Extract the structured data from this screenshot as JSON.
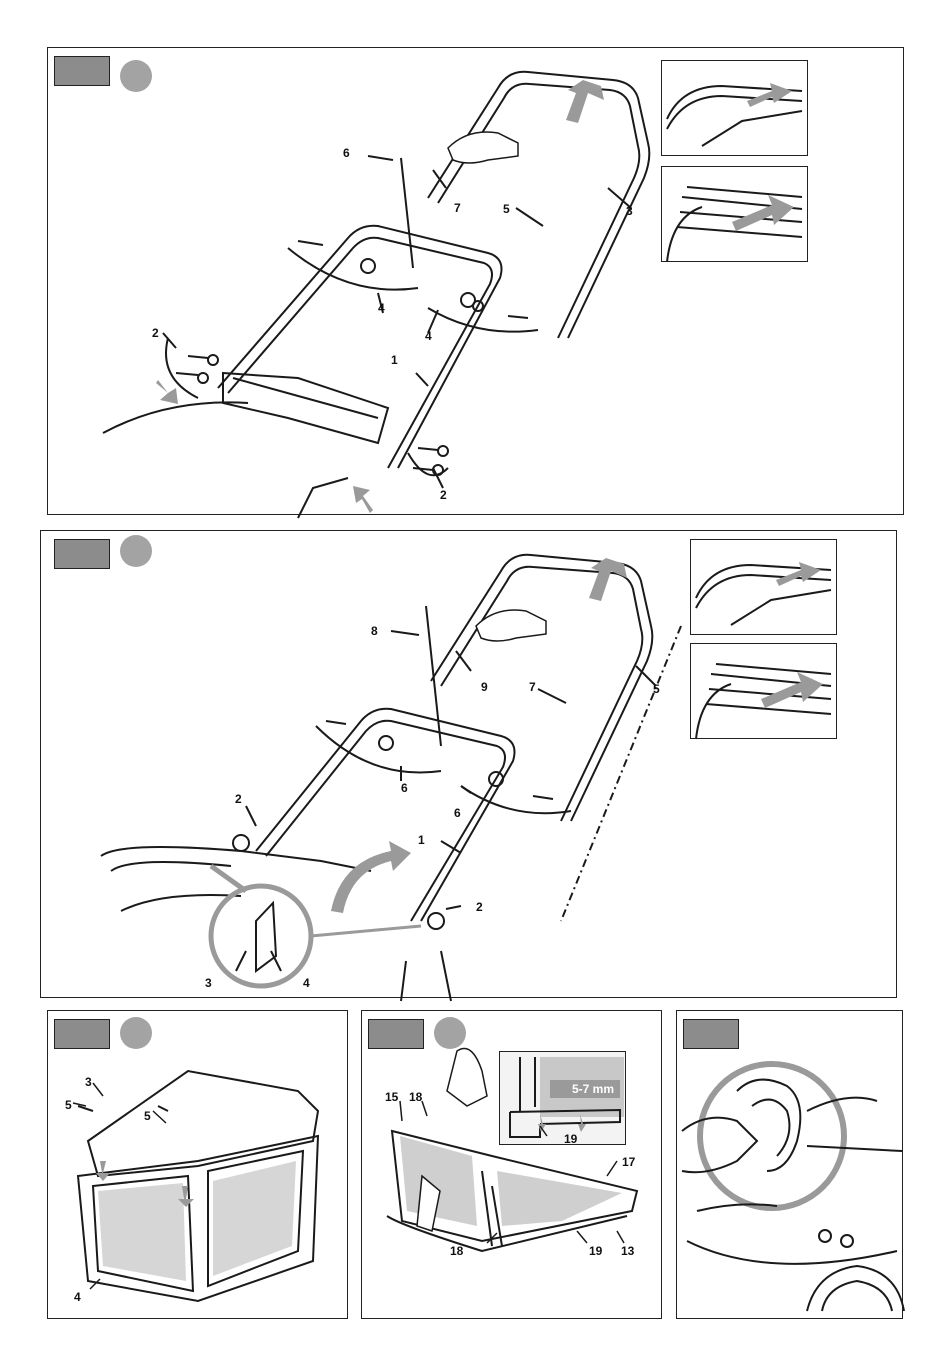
{
  "panels": [
    {
      "id": "fig1",
      "labels": [
        "6",
        "7",
        "5",
        "3",
        "4",
        "4",
        "2",
        "1",
        "2"
      ]
    },
    {
      "id": "fig2",
      "labels": [
        "8",
        "9",
        "7",
        "5",
        "6",
        "6",
        "2",
        "1",
        "2",
        "3",
        "4"
      ]
    },
    {
      "id": "fig3",
      "labels": [
        "3",
        "5",
        "5",
        "4"
      ]
    },
    {
      "id": "fig4",
      "labels": [
        "15",
        "18",
        "17",
        "19",
        "18",
        "19",
        "13"
      ],
      "inset_measure": "5-7 mm"
    },
    {
      "id": "fig5",
      "labels": []
    }
  ],
  "colors": {
    "tag": "#8c8c8c",
    "dot": "#a3a3a3",
    "arrow": "#9a9a9a",
    "line": "#1a1a1a"
  }
}
